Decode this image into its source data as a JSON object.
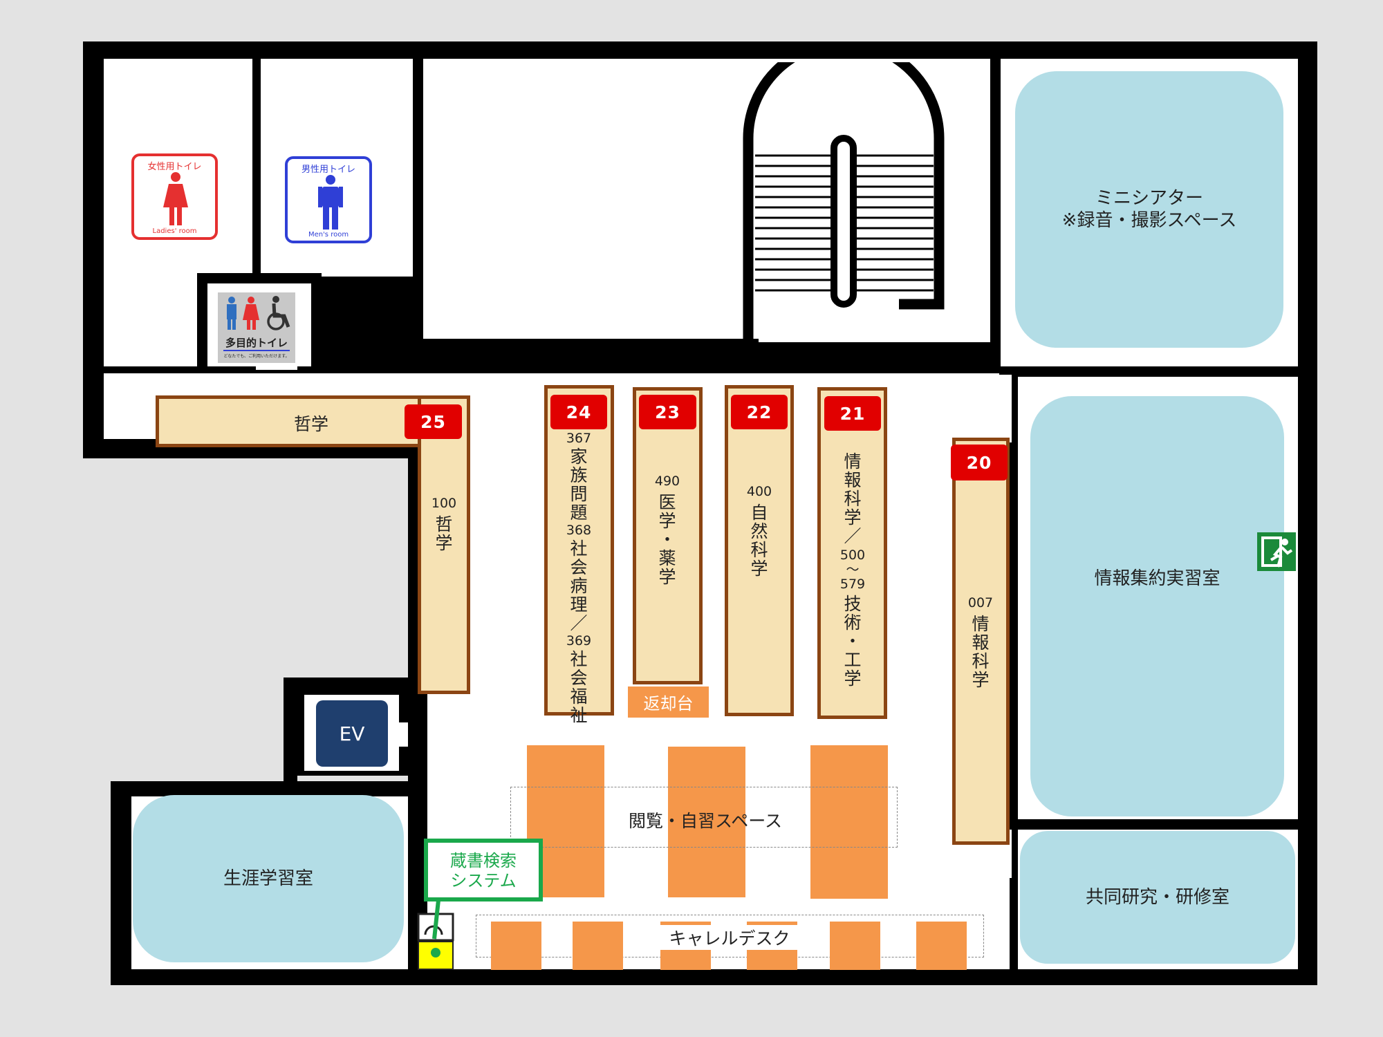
{
  "restrooms": {
    "ladies": {
      "title": "女性用トイレ",
      "caption": "Ladies' room"
    },
    "mens": {
      "title": "男性用トイレ",
      "caption": "Men's room"
    },
    "multi": {
      "title": "多目的トイレ",
      "caption": "どなたでも、ご利用いただけます。"
    }
  },
  "rooms": {
    "mini_theater_line1": "ミニシアター",
    "mini_theater_line2": "※録音・撮影スペース",
    "info_lab": "情報集約実習室",
    "joint_research": "共同研究・研修室",
    "lifelong": "生涯学習室",
    "ev": "EV"
  },
  "shelves": {
    "s25": {
      "num": "25",
      "label": "哲学",
      "code": "100",
      "vlabel": [
        "哲",
        "学"
      ]
    },
    "s24": {
      "num": "24",
      "code1": "367",
      "lines1": [
        "家",
        "族",
        "問",
        "題"
      ],
      "code2": "368",
      "lines2": [
        "社",
        "会",
        "病",
        "理",
        "／"
      ],
      "code3": "369",
      "lines3": [
        "社",
        "会",
        "福",
        "祉"
      ]
    },
    "s23": {
      "num": "23",
      "code": "490",
      "lines": [
        "医",
        "学",
        "・",
        "薬",
        "学"
      ]
    },
    "s22": {
      "num": "22",
      "code": "400",
      "lines": [
        "自",
        "然",
        "科",
        "学"
      ]
    },
    "s21": {
      "num": "21",
      "lines1": [
        "情",
        "報",
        "科",
        "学",
        "／"
      ],
      "code1": "500",
      "tilde": "～",
      "code2": "579",
      "lines2": [
        "技",
        "術",
        "・",
        "工",
        "学"
      ]
    },
    "s20": {
      "num": "20",
      "code": "007",
      "lines": [
        "情",
        "報",
        "科",
        "学"
      ]
    }
  },
  "areas": {
    "return_desk": "返却台",
    "reading": "閲覧・自習スペース",
    "carrel": "キャレルデスク",
    "opac_line1": "蔵書検索",
    "opac_line2": "システム"
  },
  "colors": {
    "shelf_number": "#e10000",
    "room": "#b3dde6",
    "shelf": "#f6e2b4",
    "table": "#f5974a",
    "opac": "#1aa84b",
    "ev": "#1f3f6e",
    "exit": "#1a8a3a"
  },
  "icons": [
    "woman-icon",
    "man-icon",
    "wheelchair-icon",
    "emergency-exit-icon",
    "terminal-icon"
  ]
}
